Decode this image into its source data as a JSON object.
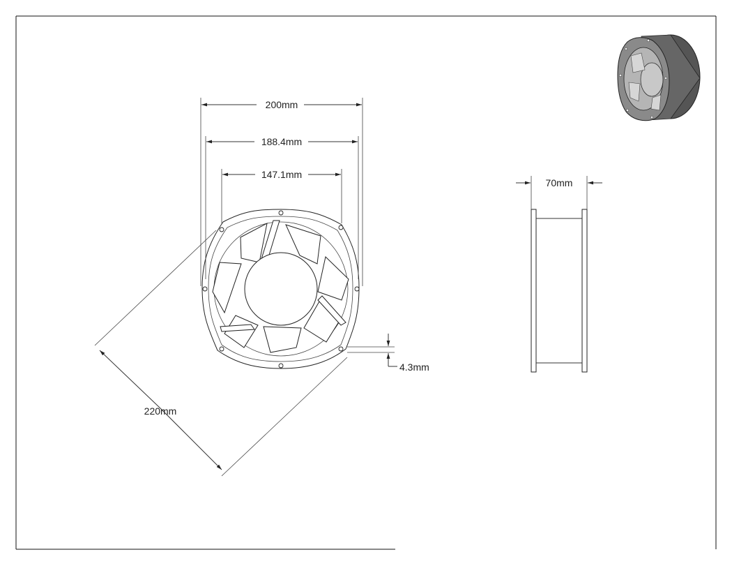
{
  "dimensions": {
    "width_200": "200mm",
    "width_188": "188.4mm",
    "width_147": "147.1mm",
    "diag_220": "220mm",
    "thick_43": "4.3mm",
    "depth_70": "70mm"
  },
  "colors": {
    "line": "#333333",
    "render_dark": "#555555",
    "render_mid": "#8a8a8a",
    "render_light": "#c8c8c8"
  }
}
